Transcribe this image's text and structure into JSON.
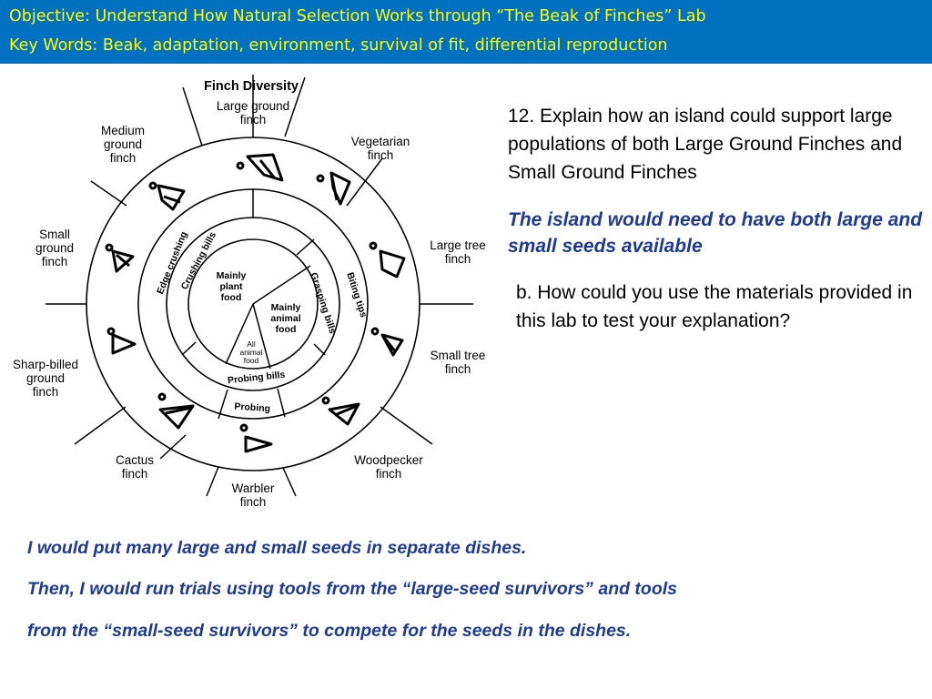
{
  "header": {
    "objective": "Objective: Understand How Natural Selection Works through “The Beak of Finches” Lab",
    "keywords": "Key Words: Beak, adaptation, environment, survival of fit, differential reproduction",
    "background_color": "#0070C0",
    "text_color": "#FFFF00"
  },
  "diagram": {
    "title": "Finch Diversity",
    "finches": [
      "Large ground finch",
      "Vegetarian finch",
      "Large tree finch",
      "Small tree finch",
      "Woodpecker finch",
      "Warbler finch",
      "Cactus finch",
      "Sharp-billed ground finch",
      "Small ground finch",
      "Medium ground finch"
    ],
    "beak_types": {
      "edge_crushing": "Edge crushing",
      "crushing_bills": "Crushing bills",
      "biting_tips": "Biting tips",
      "grasping_bills": "Grasping bills",
      "probing_bills": "Probing bills",
      "probing": "Probing"
    },
    "diet": {
      "plant": [
        "Mainly",
        "plant",
        "food"
      ],
      "animal": [
        "Mainly",
        "animal",
        "food"
      ],
      "all_animal": [
        "All",
        "animal",
        "food"
      ]
    }
  },
  "question": {
    "q12": "12. Explain how an island could support large populations of both Large Ground Finches and Small Ground Finches",
    "answer12": "The island would need to have both large and small seeds available",
    "qb": "b. How could you use the materials provided in this lab to test your explanation?"
  },
  "answer_b": {
    "line1": "I would put many large and small seeds in separate dishes.",
    "line2": "Then, I would run trials using tools from the “large-seed survivors” and tools",
    "line3": "from the “small-seed survivors” to compete for the seeds in the dishes."
  },
  "colors": {
    "answer_text": "#1F3A93"
  }
}
